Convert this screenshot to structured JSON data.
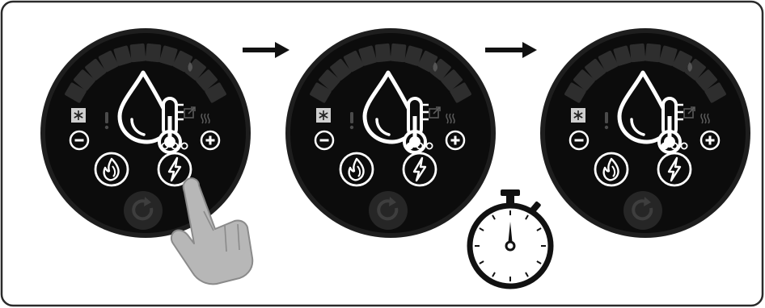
{
  "steps": [
    {
      "id": "step-1",
      "boost_dots_lit": 0,
      "hand_pressing": true
    },
    {
      "id": "step-2",
      "boost_dots_lit": 1,
      "hand_pressing": false
    },
    {
      "id": "step-3",
      "boost_dots_lit": 1,
      "hand_pressing": false
    }
  ],
  "level_segments": 12,
  "flow_arrows": 2,
  "timer_after_step": 2,
  "icons": {
    "water_temp": "water-temperature-icon",
    "flame": "flame-icon",
    "boost": "lightning-boost-icon",
    "minus": "minus-icon",
    "plus": "plus-icon",
    "frost": "snowflake-icon",
    "night": "moon-icon",
    "away": "external-icon",
    "heat": "heat-waves-icon",
    "warning": "exclamation-icon",
    "refresh": "refresh-icon",
    "hand": "pointing-hand-icon",
    "timer": "stopwatch-icon",
    "arrow": "arrow-right-icon"
  },
  "colors": {
    "frame": "#2a2a2a",
    "dial_body": "#0c0c0c",
    "bezel": "#1e1e1e",
    "segment": "#2e2e2e",
    "icon_white": "#ffffff",
    "dim_icon": "#5a5a5a",
    "frost_badge": "#cfcfcf",
    "hand_fill": "#b7b7b7",
    "hand_stroke": "#8a8a8a"
  }
}
